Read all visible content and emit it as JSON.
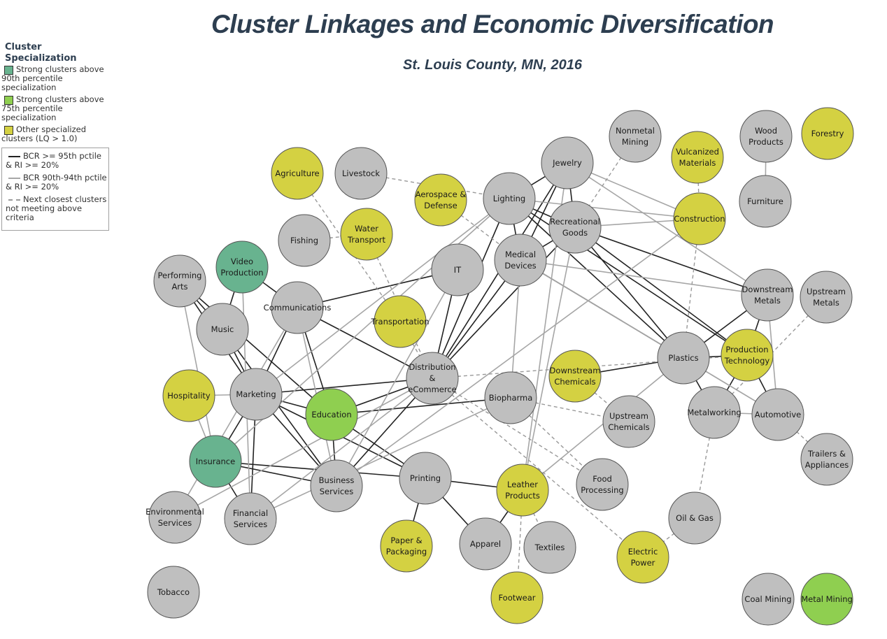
{
  "title": "Cluster Linkages and Economic Diversification",
  "subtitle": "St. Louis County, MN, 2016",
  "colors": {
    "top90": "#68b38f",
    "top75": "#8fcf50",
    "specialized": "#d4d142",
    "other": "#bfbfbf",
    "edge_strong": "#222222",
    "edge_mid": "#a6a6a6",
    "edge_dashed": "#999999"
  },
  "legend": {
    "node_heading": "Cluster Specialization",
    "node_items": [
      {
        "category": "top90",
        "label": "Strong clusters above 90th percentile specialization"
      },
      {
        "category": "top75",
        "label": "Strong clusters above 75th percentile specialization"
      },
      {
        "category": "specialized",
        "label": "Other specialized clusters (LQ > 1.0)"
      }
    ],
    "edge_items": [
      {
        "style": "strong",
        "label": "BCR >= 95th pctile & RI >= 20%"
      },
      {
        "style": "mid",
        "label": "BCR 90th-94th pctile & RI >= 20%"
      },
      {
        "style": "dashed",
        "label": "Next closest clusters not meeting above criteria"
      }
    ]
  },
  "nodes": [
    {
      "id": "agriculture",
      "lines": [
        "Agriculture"
      ],
      "category": "specialized"
    },
    {
      "id": "livestock",
      "lines": [
        "Livestock"
      ],
      "category": "other"
    },
    {
      "id": "aerospace",
      "lines": [
        "Aerospace &",
        "Defense"
      ],
      "category": "specialized"
    },
    {
      "id": "lighting",
      "lines": [
        "Lighting"
      ],
      "category": "other"
    },
    {
      "id": "jewelry",
      "lines": [
        "Jewelry"
      ],
      "category": "other"
    },
    {
      "id": "nonmetal_mining",
      "lines": [
        "Nonmetal",
        "Mining"
      ],
      "category": "other"
    },
    {
      "id": "vulcanized",
      "lines": [
        "Vulcanized",
        "Materials"
      ],
      "category": "specialized"
    },
    {
      "id": "wood_products",
      "lines": [
        "Wood",
        "Products"
      ],
      "category": "other"
    },
    {
      "id": "forestry",
      "lines": [
        "Forestry"
      ],
      "category": "specialized"
    },
    {
      "id": "furniture",
      "lines": [
        "Furniture"
      ],
      "category": "other"
    },
    {
      "id": "construction",
      "lines": [
        "Construction"
      ],
      "category": "specialized"
    },
    {
      "id": "recreational",
      "lines": [
        "Recreational",
        "Goods"
      ],
      "category": "other"
    },
    {
      "id": "fishing",
      "lines": [
        "Fishing"
      ],
      "category": "other"
    },
    {
      "id": "water_transport",
      "lines": [
        "Water",
        "Transport"
      ],
      "category": "specialized"
    },
    {
      "id": "it",
      "lines": [
        "IT"
      ],
      "category": "other"
    },
    {
      "id": "medical_devices",
      "lines": [
        "Medical",
        "Devices"
      ],
      "category": "other"
    },
    {
      "id": "performing_arts",
      "lines": [
        "Performing",
        "Arts"
      ],
      "category": "other"
    },
    {
      "id": "video_production",
      "lines": [
        "Video",
        "Production"
      ],
      "category": "top90"
    },
    {
      "id": "communications",
      "lines": [
        "Communications"
      ],
      "category": "other"
    },
    {
      "id": "music",
      "lines": [
        "Music"
      ],
      "category": "other"
    },
    {
      "id": "transportation",
      "lines": [
        "Transportation"
      ],
      "category": "specialized"
    },
    {
      "id": "downstream_metals",
      "lines": [
        "Downstream",
        "Metals"
      ],
      "category": "other"
    },
    {
      "id": "upstream_metals",
      "lines": [
        "Upstream",
        "Metals"
      ],
      "category": "other"
    },
    {
      "id": "production_technology",
      "lines": [
        "Production",
        "Technology"
      ],
      "category": "specialized"
    },
    {
      "id": "plastics",
      "lines": [
        "Plastics"
      ],
      "category": "other"
    },
    {
      "id": "hospitality",
      "lines": [
        "Hospitality"
      ],
      "category": "specialized"
    },
    {
      "id": "marketing",
      "lines": [
        "Marketing"
      ],
      "category": "other"
    },
    {
      "id": "distribution",
      "lines": [
        "Distribution",
        "&",
        "eCommerce"
      ],
      "category": "other"
    },
    {
      "id": "downstream_chemicals",
      "lines": [
        "Downstream",
        "Chemicals"
      ],
      "category": "specialized"
    },
    {
      "id": "biopharma",
      "lines": [
        "Biopharma"
      ],
      "category": "other"
    },
    {
      "id": "education",
      "lines": [
        "Education"
      ],
      "category": "top75"
    },
    {
      "id": "upstream_chemicals",
      "lines": [
        "Upstream",
        "Chemicals"
      ],
      "category": "other"
    },
    {
      "id": "metalworking",
      "lines": [
        "Metalworking"
      ],
      "category": "other"
    },
    {
      "id": "automotive",
      "lines": [
        "Automotive"
      ],
      "category": "other"
    },
    {
      "id": "trailers",
      "lines": [
        "Trailers &",
        "Appliances"
      ],
      "category": "other"
    },
    {
      "id": "insurance",
      "lines": [
        "Insurance"
      ],
      "category": "top90"
    },
    {
      "id": "business_services",
      "lines": [
        "Business",
        "Services"
      ],
      "category": "other"
    },
    {
      "id": "printing",
      "lines": [
        "Printing"
      ],
      "category": "other"
    },
    {
      "id": "leather",
      "lines": [
        "Leather",
        "Products"
      ],
      "category": "specialized"
    },
    {
      "id": "food_processing",
      "lines": [
        "Food",
        "Processing"
      ],
      "category": "other"
    },
    {
      "id": "oil_gas",
      "lines": [
        "Oil & Gas"
      ],
      "category": "other"
    },
    {
      "id": "environmental",
      "lines": [
        "Environmental",
        "Services"
      ],
      "category": "other"
    },
    {
      "id": "financial",
      "lines": [
        "Financial",
        "Services"
      ],
      "category": "other"
    },
    {
      "id": "paper",
      "lines": [
        "Paper &",
        "Packaging"
      ],
      "category": "specialized"
    },
    {
      "id": "apparel",
      "lines": [
        "Apparel"
      ],
      "category": "other"
    },
    {
      "id": "textiles",
      "lines": [
        "Textiles"
      ],
      "category": "other"
    },
    {
      "id": "electric_power",
      "lines": [
        "Electric",
        "Power"
      ],
      "category": "specialized"
    },
    {
      "id": "tobacco",
      "lines": [
        "Tobacco"
      ],
      "category": "other"
    },
    {
      "id": "footwear",
      "lines": [
        "Footwear"
      ],
      "category": "specialized"
    },
    {
      "id": "coal_mining",
      "lines": [
        "Coal Mining"
      ],
      "category": "other"
    },
    {
      "id": "metal_mining",
      "lines": [
        "Metal Mining"
      ],
      "category": "top75"
    }
  ],
  "edges": [
    [
      "performing_arts",
      "music",
      "strong"
    ],
    [
      "performing_arts",
      "marketing",
      "strong"
    ],
    [
      "performing_arts",
      "education",
      "strong"
    ],
    [
      "video_production",
      "music",
      "strong"
    ],
    [
      "video_production",
      "communications",
      "strong"
    ],
    [
      "music",
      "marketing",
      "strong"
    ],
    [
      "music",
      "business_services",
      "strong"
    ],
    [
      "communications",
      "it",
      "strong"
    ],
    [
      "communications",
      "marketing",
      "strong"
    ],
    [
      "communications",
      "education",
      "strong"
    ],
    [
      "communications",
      "distribution",
      "strong"
    ],
    [
      "marketing",
      "insurance",
      "strong"
    ],
    [
      "marketing",
      "education",
      "strong"
    ],
    [
      "marketing",
      "business_services",
      "strong"
    ],
    [
      "marketing",
      "distribution",
      "strong"
    ],
    [
      "marketing",
      "financial",
      "strong"
    ],
    [
      "marketing",
      "printing",
      "strong"
    ],
    [
      "education",
      "distribution",
      "strong"
    ],
    [
      "education",
      "biopharma",
      "strong"
    ],
    [
      "education",
      "business_services",
      "strong"
    ],
    [
      "education",
      "printing",
      "strong"
    ],
    [
      "insurance",
      "business_services",
      "strong"
    ],
    [
      "insurance",
      "financial",
      "strong"
    ],
    [
      "insurance",
      "printing",
      "strong"
    ],
    [
      "business_services",
      "distribution",
      "strong"
    ],
    [
      "distribution",
      "it",
      "strong"
    ],
    [
      "distribution",
      "lighting",
      "strong"
    ],
    [
      "distribution",
      "medical_devices",
      "strong"
    ],
    [
      "distribution",
      "recreational",
      "strong"
    ],
    [
      "distribution",
      "jewelry",
      "strong"
    ],
    [
      "printing",
      "leather",
      "strong"
    ],
    [
      "printing",
      "paper",
      "strong"
    ],
    [
      "printing",
      "apparel",
      "strong"
    ],
    [
      "apparel",
      "leather",
      "strong"
    ],
    [
      "lighting",
      "jewelry",
      "strong"
    ],
    [
      "lighting",
      "recreational",
      "strong"
    ],
    [
      "lighting",
      "medical_devices",
      "strong"
    ],
    [
      "lighting",
      "plastics",
      "strong"
    ],
    [
      "lighting",
      "production_technology",
      "strong"
    ],
    [
      "jewelry",
      "recreational",
      "strong"
    ],
    [
      "jewelry",
      "medical_devices",
      "strong"
    ],
    [
      "recreational",
      "medical_devices",
      "strong"
    ],
    [
      "recreational",
      "plastics",
      "strong"
    ],
    [
      "recreational",
      "production_technology",
      "strong"
    ],
    [
      "recreational",
      "downstream_metals",
      "strong"
    ],
    [
      "medical_devices",
      "plastics",
      "strong"
    ],
    [
      "medical_devices",
      "biopharma",
      "mid"
    ],
    [
      "plastics",
      "downstream_chemicals",
      "strong"
    ],
    [
      "plastics",
      "production_technology",
      "strong"
    ],
    [
      "plastics",
      "metalworking",
      "strong"
    ],
    [
      "plastics",
      "downstream_metals",
      "strong"
    ],
    [
      "production_technology",
      "downstream_metals",
      "strong"
    ],
    [
      "production_technology",
      "metalworking",
      "strong"
    ],
    [
      "production_technology",
      "automotive",
      "strong"
    ],
    [
      "metalworking",
      "automotive",
      "mid"
    ],
    [
      "hospitality",
      "marketing",
      "mid"
    ],
    [
      "performing_arts",
      "insurance",
      "mid"
    ],
    [
      "hospitality",
      "insurance",
      "mid"
    ],
    [
      "video_production",
      "financial",
      "mid"
    ],
    [
      "environmental",
      "communications",
      "mid"
    ],
    [
      "environmental",
      "distribution",
      "mid"
    ],
    [
      "financial",
      "distribution",
      "mid"
    ],
    [
      "financial",
      "biopharma",
      "mid"
    ],
    [
      "insurance",
      "lighting",
      "mid"
    ],
    [
      "marketing",
      "lighting",
      "mid"
    ],
    [
      "lighting",
      "construction",
      "mid"
    ],
    [
      "jewelry",
      "construction",
      "mid"
    ],
    [
      "jewelry",
      "leather",
      "mid"
    ],
    [
      "jewelry",
      "downstream_metals",
      "mid"
    ],
    [
      "recreational",
      "leather",
      "mid"
    ],
    [
      "recreational",
      "construction",
      "mid"
    ],
    [
      "medical_devices",
      "downstream_metals",
      "mid"
    ],
    [
      "medical_devices",
      "automotive",
      "mid"
    ],
    [
      "communications",
      "business_services",
      "mid"
    ],
    [
      "it",
      "business_services",
      "mid"
    ],
    [
      "business_services",
      "construction",
      "mid"
    ],
    [
      "leather",
      "plastics",
      "mid"
    ],
    [
      "downstream_metals",
      "automotive",
      "mid"
    ],
    [
      "wood_products",
      "furniture",
      "mid"
    ],
    [
      "plastics",
      "automotive",
      "mid"
    ],
    [
      "agriculture",
      "transportation",
      "dashed"
    ],
    [
      "livestock",
      "lighting",
      "dashed"
    ],
    [
      "aerospace",
      "medical_devices",
      "dashed"
    ],
    [
      "fishing",
      "water_transport",
      "dashed"
    ],
    [
      "water_transport",
      "distribution",
      "dashed"
    ],
    [
      "transportation",
      "distribution",
      "dashed"
    ],
    [
      "nonmetal_mining",
      "recreational",
      "dashed"
    ],
    [
      "vulcanized",
      "construction",
      "dashed"
    ],
    [
      "construction",
      "plastics",
      "dashed"
    ],
    [
      "distribution",
      "production_technology",
      "dashed"
    ],
    [
      "biopharma",
      "upstream_chemicals",
      "dashed"
    ],
    [
      "downstream_chemicals",
      "upstream_chemicals",
      "dashed"
    ],
    [
      "upstream_metals",
      "metalworking",
      "dashed"
    ],
    [
      "automotive",
      "trailers",
      "dashed"
    ],
    [
      "metalworking",
      "oil_gas",
      "dashed"
    ],
    [
      "distribution",
      "food_processing",
      "dashed"
    ],
    [
      "biopharma",
      "food_processing",
      "dashed"
    ],
    [
      "leather",
      "footwear",
      "dashed"
    ],
    [
      "leather",
      "textiles",
      "dashed"
    ],
    [
      "oil_gas",
      "electric_power",
      "dashed"
    ],
    [
      "distribution",
      "electric_power",
      "dashed"
    ]
  ]
}
